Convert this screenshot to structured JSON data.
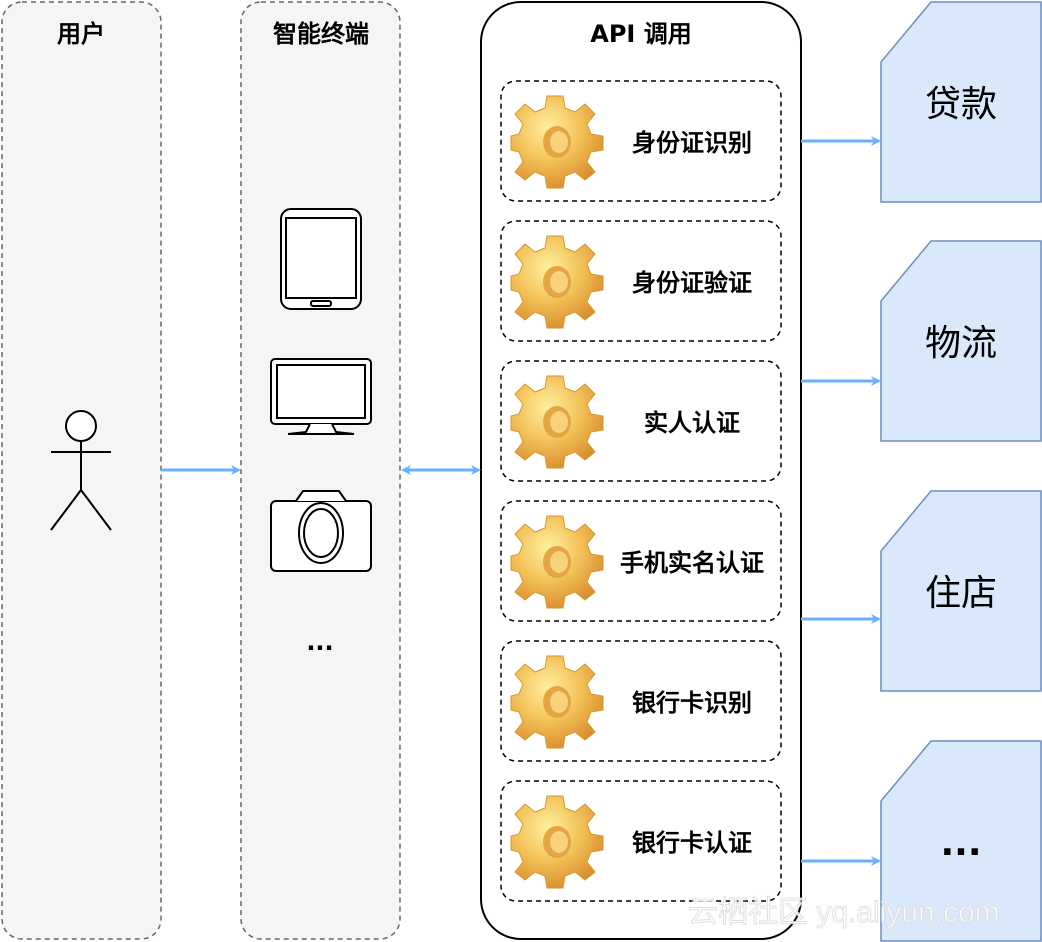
{
  "columns": {
    "user": "用户",
    "terminal": "智能终端",
    "api": "API 调用"
  },
  "terminal_more": "...",
  "services": [
    "身份证识别",
    "身份证验证",
    "实人认证",
    "手机实名认证",
    "银行卡识别",
    "银行卡认证"
  ],
  "targets": [
    "贷款",
    "物流",
    "住店",
    "..."
  ],
  "watermark": "云栖社区 yq.aliyun.com",
  "colors": {
    "arrow": "#66b2ff",
    "doc_fill": "#dae8fc",
    "doc_stroke": "#6c8ebf",
    "lane_fill": "#f5f5f5"
  }
}
